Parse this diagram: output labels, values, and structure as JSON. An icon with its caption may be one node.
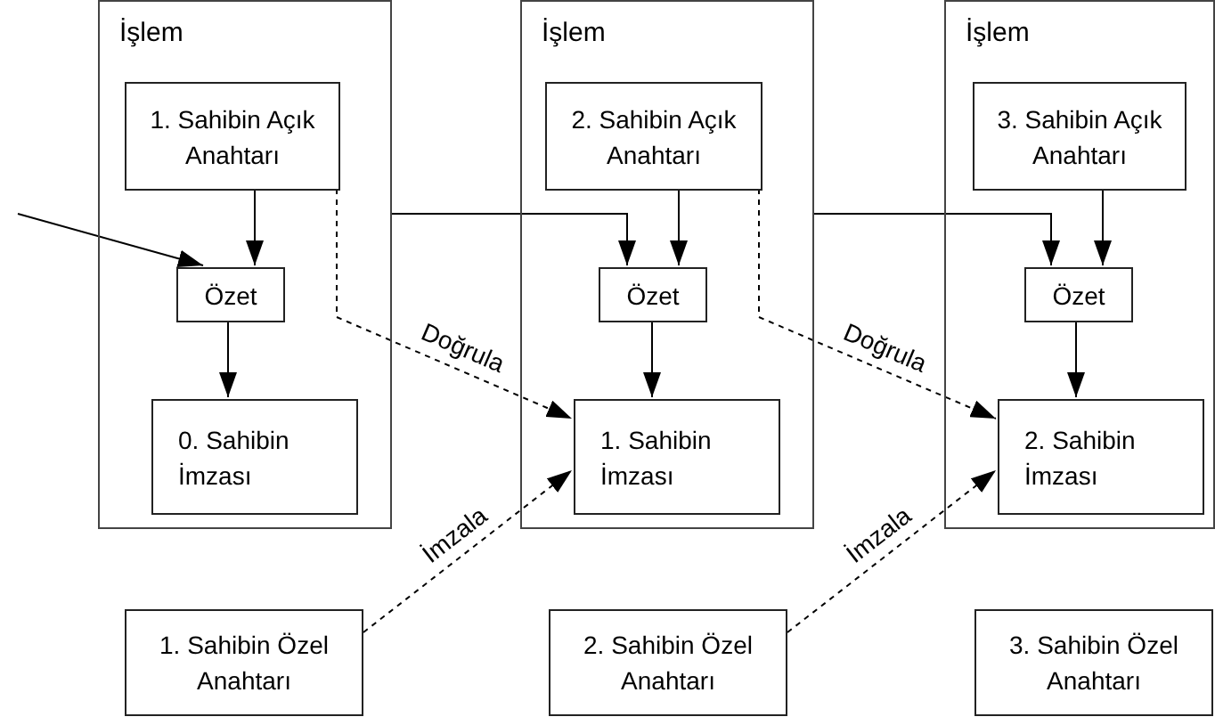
{
  "diagram": {
    "nodes": [
      {
        "text": [
          "İşlem"
        ]
      },
      {
        "text": [
          "1. Sahibin Açık Anahtarı"
        ],
        "in": 0
      },
      {
        "text": [
          "Özet"
        ],
        "in": 0
      },
      {
        "text": [
          "0. Sahibin İmzası"
        ],
        "in": 0
      },
      {
        "text": [
          "İşlem"
        ]
      },
      {
        "text": [
          "2. Sahibin Açık Anahtarı"
        ],
        "in": 4
      },
      {
        "text": [
          "Özet"
        ],
        "in": 4
      },
      {
        "text": [
          "1. Sahibin İmzası"
        ],
        "in": 4
      },
      {
        "text": [
          "İşlem"
        ]
      },
      {
        "text": [
          "3. Sahibin Açık Anahtarı"
        ],
        "in": 8
      },
      {
        "text": [
          "Özet"
        ],
        "in": 8
      },
      {
        "text": [
          "2. Sahibin İmzası"
        ],
        "in": 8
      },
      {
        "text": [
          "1. Sahibin Özel Anahtarı"
        ]
      },
      {
        "text": [
          "2. Sahibin Özel Anahtarı"
        ]
      },
      {
        "text": [
          "3. Sahibin Özel Anahtarı"
        ]
      }
    ],
    "edges": [
      {
        "from": null,
        "to": 2,
        "arrow": "to"
      },
      {
        "from": 1,
        "to": 2,
        "arrow": "to"
      },
      {
        "from": 2,
        "to": 3,
        "arrow": "to"
      },
      {
        "from": 0,
        "to": 6,
        "arrow": "to"
      },
      {
        "from": 5,
        "to": 6,
        "arrow": "to"
      },
      {
        "from": 6,
        "to": 7,
        "arrow": "to"
      },
      {
        "from": 4,
        "to": 10,
        "arrow": "to"
      },
      {
        "from": 9,
        "to": 10,
        "arrow": "to"
      },
      {
        "from": 10,
        "to": 11,
        "arrow": "to"
      },
      {
        "from": 1,
        "to": 7,
        "arrow": "to",
        "label": "Doğrula",
        "style": "dashed"
      },
      {
        "from": 12,
        "to": 7,
        "arrow": "to",
        "label": "İmzala",
        "style": "dashed"
      },
      {
        "from": 5,
        "to": 11,
        "arrow": "to",
        "label": "Doğrula",
        "style": "dashed"
      },
      {
        "from": 13,
        "to": 11,
        "arrow": "to",
        "label": "İmzala",
        "style": "dashed"
      }
    ]
  }
}
